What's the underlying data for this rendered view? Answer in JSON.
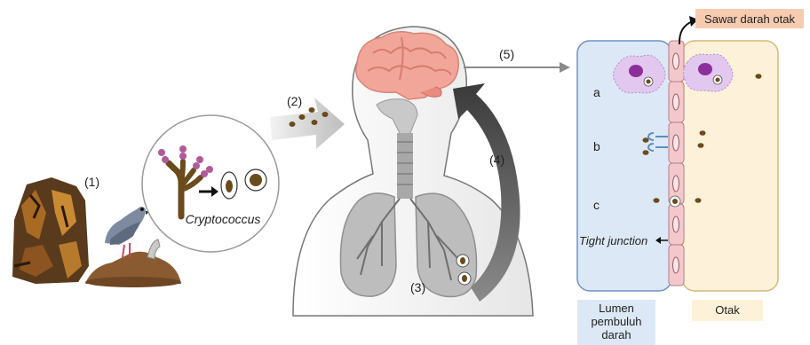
{
  "labels": {
    "step1": "(1)",
    "step2": "(2)",
    "step3": "(3)",
    "step4": "(4)",
    "step5": "(5)",
    "fungus_name": "Cryptococcus",
    "row_a": "a",
    "row_b": "b",
    "row_c": "c",
    "tight_junction": "Tight junction",
    "bbb_title": "Sawar darah otak",
    "lumen": "Lumen pembuluh darah",
    "brain": "Otak"
  },
  "colors": {
    "lumen_fill": "#dce8f6",
    "brain_fill": "#fdf2d9",
    "endothelium_fill": "#f2c8cc",
    "bbb_tag_fill": "#f7cbb0",
    "macrophage_fill": "#e2c7ef",
    "nucleus_fill": "#8b2f9a",
    "yeast_fill": "#6b4a1c"
  }
}
